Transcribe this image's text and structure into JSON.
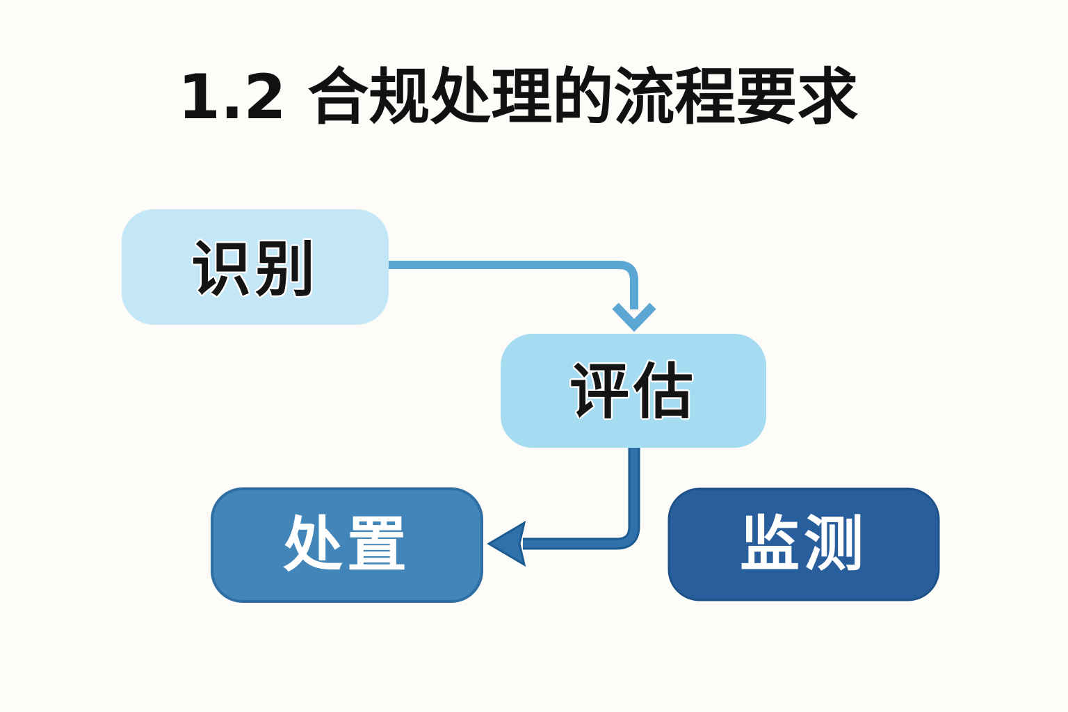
{
  "page": {
    "background": "#fdfcf9"
  },
  "title": {
    "text": "1.2 合规处理的流程要求",
    "color": "#111111"
  },
  "flowchart": {
    "nodes": [
      {
        "label": "识别",
        "fill": "#c3e7f6",
        "text_color": "#141414"
      },
      {
        "label": "评估",
        "fill": "#a6dcf1",
        "text_color": "#141414"
      },
      {
        "label": "处置",
        "fill": "#4285b8",
        "border": "#2f6ea2",
        "text_color": "#ffffff"
      },
      {
        "label": "监测",
        "fill": "#285e9b",
        "border": "#1d5187",
        "text_color": "#ffffff"
      }
    ],
    "edges": [
      {
        "from": "识别",
        "to": "评估",
        "color": "#5ca6d3"
      },
      {
        "from": "评估",
        "to": "处置",
        "color": "#2f72ab",
        "outline": "#1c5a92"
      }
    ]
  }
}
